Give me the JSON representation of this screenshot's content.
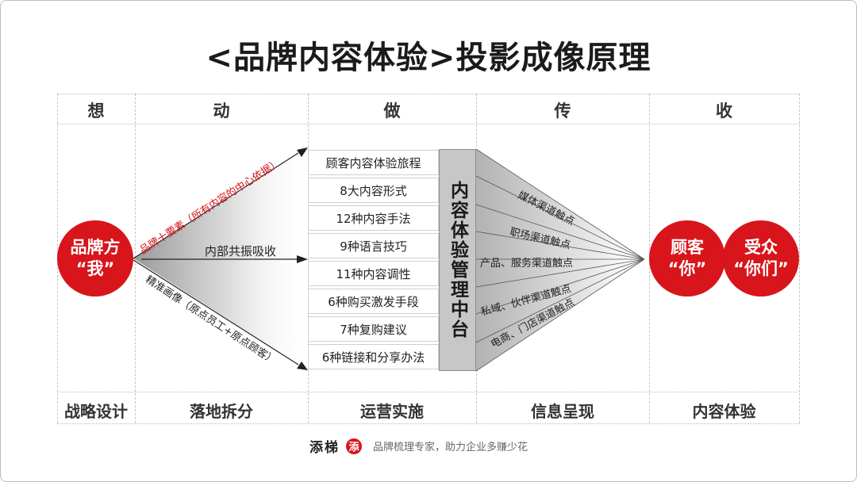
{
  "title": "<品牌内容体验>投影成像原理",
  "stages_top": [
    "想",
    "动",
    "做",
    "传",
    "收"
  ],
  "stages_bottom": [
    "战略设计",
    "落地拆分",
    "运营实施",
    "信息呈现",
    "内容体验"
  ],
  "left_circle": {
    "line1": "品牌方",
    "line2": "“我”"
  },
  "arrow_labels": {
    "top": "品牌十要素（所有内容的中心依据）",
    "middle": "内部共振吸收",
    "bottom": "精准画像（原点员工+原点顾客）"
  },
  "content_items": [
    "顾客内容体验旅程",
    "8大内容形式",
    "12种内容手法",
    "9种语言技巧",
    "11种内容调性",
    "6种购买激发手段",
    "7种复购建议",
    "6种链接和分享办法"
  ],
  "platform": "内容体验管理中台",
  "channels": [
    "媒体渠道触点",
    "职场渠道触点",
    "产品、服务渠道触点",
    "私域、伙伴渠道触点",
    "电商、门店渠道触点"
  ],
  "right_circles": [
    {
      "line1": "顾客",
      "line2": "“你”"
    },
    {
      "line1": "受众",
      "line2": "“你们”"
    }
  ],
  "footer": {
    "brand": "添梯",
    "badge": "添",
    "slogan": "品牌梳理专家，助力企业多赚少花"
  },
  "colors": {
    "accent": "#d7151b",
    "platform": "#c7c7c7"
  }
}
